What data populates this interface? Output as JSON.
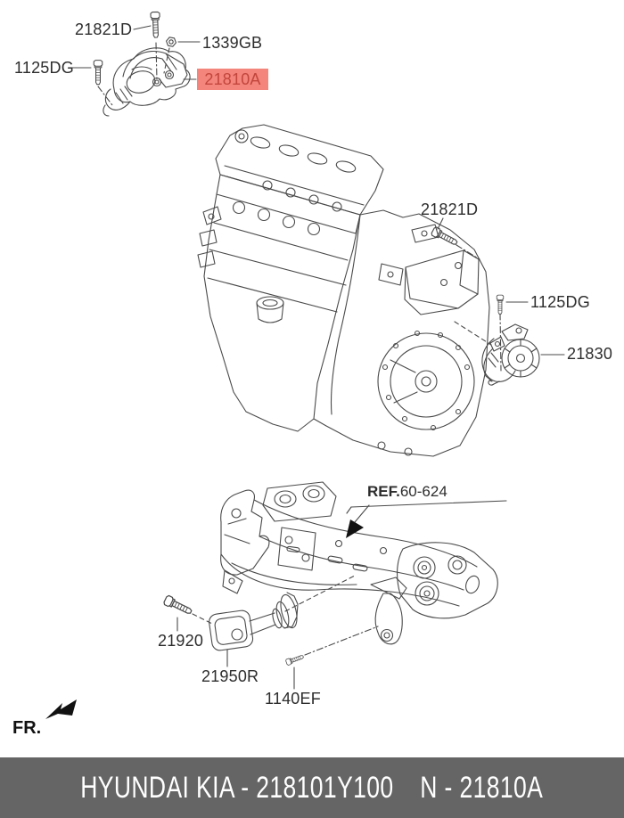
{
  "diagram": {
    "callouts": {
      "bolt_top_left": "21821D",
      "nut_top_left": "1339GB",
      "bolt_left": "1125DG",
      "mount_engine": "21810A",
      "bolt_right": "21821D",
      "bolt_trans": "1125DG",
      "mount_trans": "21830",
      "bolt_rollrod": "21920",
      "roll_rod": "21950R",
      "bolt_rollrod_small": "1140EF"
    },
    "reference": {
      "prefix": "REF.",
      "number": "60-624"
    },
    "orientation_label": "FR.",
    "highlight_bg": "#f4857c",
    "highlight_text": "#c2463c"
  },
  "footer": {
    "left_text": "HYUNDAI KIA - 218101Y100",
    "right_text": "N - 21810A",
    "bg": "#656565",
    "text": "#ffffff"
  }
}
